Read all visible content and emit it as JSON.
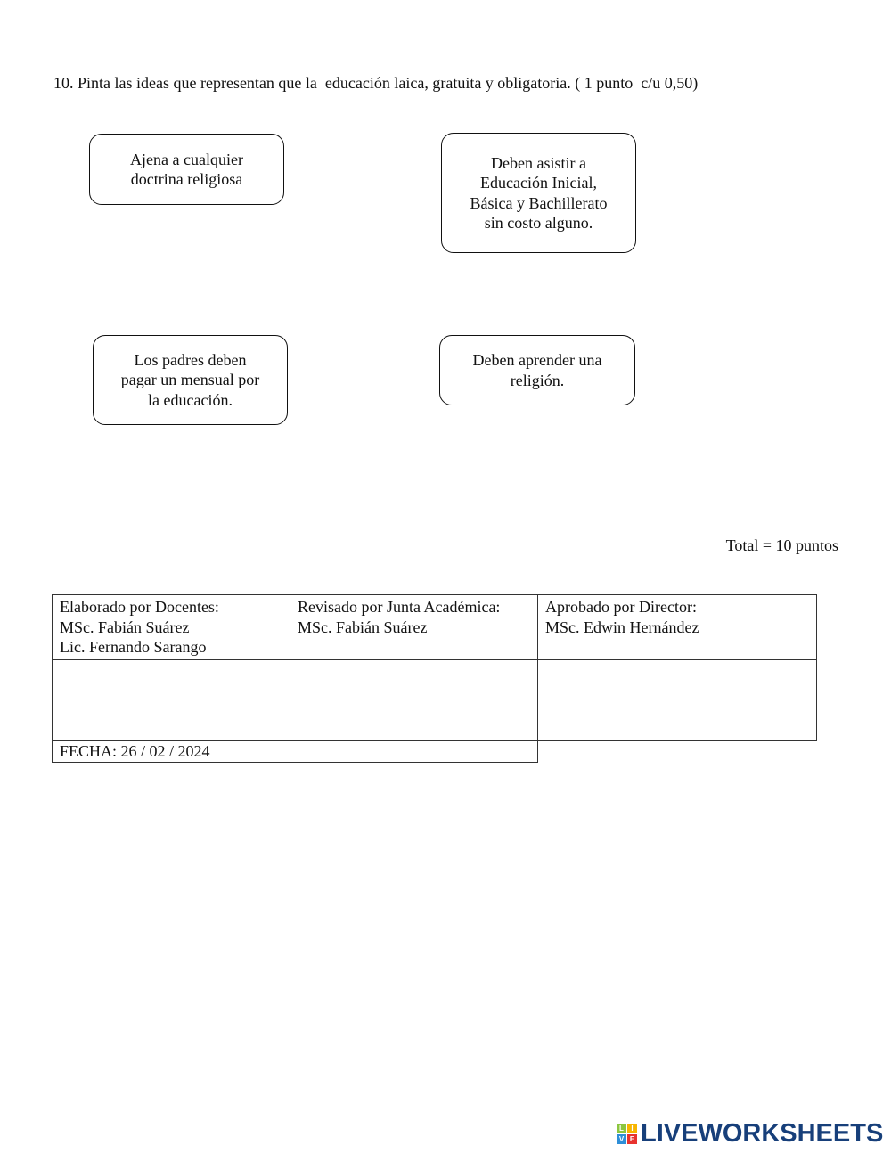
{
  "question": "10. Pinta las ideas que representan que la  educación laica, gratuita y obligatoria. ( 1 punto  c/u 0,50)",
  "options": [
    {
      "lines": [
        "Ajena a cualquier",
        "doctrina religiosa"
      ]
    },
    {
      "lines": [
        "Deben asistir a",
        "Educación Inicial,",
        "Básica y Bachillerato",
        "sin costo alguno."
      ]
    },
    {
      "lines": [
        "Los padres deben",
        "pagar un mensual por",
        "la educación."
      ]
    },
    {
      "lines": [
        "Deben aprender una",
        "religión."
      ]
    }
  ],
  "total": "Total = 10 puntos",
  "signatures": {
    "elaborado": {
      "title": "Elaborado por Docentes:",
      "names": [
        "MSc. Fabián Suárez",
        "Lic. Fernando Sarango"
      ]
    },
    "revisado": {
      "title": "Revisado por Junta Académica:",
      "names": [
        "MSc. Fabián Suárez"
      ]
    },
    "aprobado": {
      "title": "Aprobado por Director:",
      "names": [
        "MSc. Edwin Hernández"
      ]
    },
    "fecha": "FECHA: 26  / 02 / 2024"
  },
  "logo": {
    "text": "LIVEWORKSHEETS",
    "tiles": [
      "L",
      "I",
      "V",
      "E"
    ],
    "tile_colors": [
      "#8cc63f",
      "#f7b500",
      "#2e8fd8",
      "#e8322e"
    ],
    "color": "#173f7a"
  }
}
